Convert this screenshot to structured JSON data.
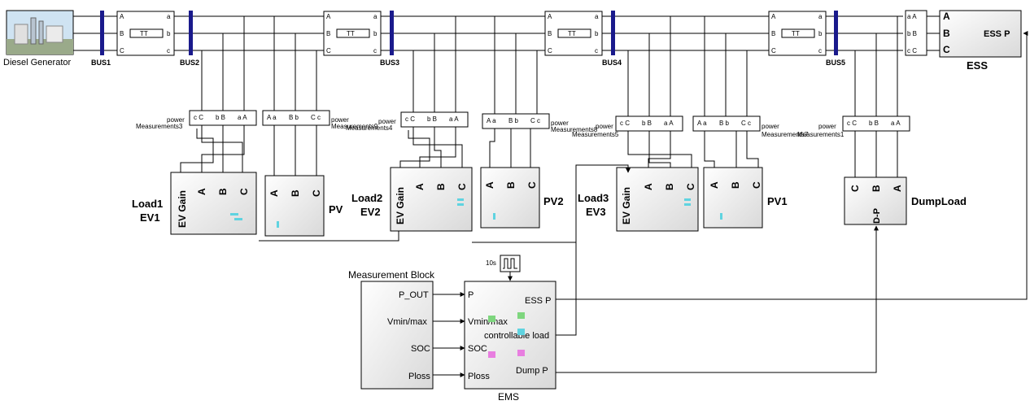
{
  "title": "",
  "generator": {
    "label": "Diesel Generator"
  },
  "buses": [
    "BUS1",
    "BUS2",
    "BUS3",
    "BUS4",
    "BUS5"
  ],
  "phases": [
    "A",
    "B",
    "C"
  ],
  "line_ports_out": [
    "a",
    "b",
    "c"
  ],
  "meas_power": "power",
  "measurements": [
    "Measurements3",
    "Measurements9",
    "Measurements4",
    "Measurements8",
    "Measurements5",
    "Measurements7",
    "Measurements1"
  ],
  "meas_ports": {
    "m1": [
      "c C",
      "b B",
      "a A"
    ],
    "m2": [
      "A a",
      "B b",
      "C c"
    ],
    "m3": [
      "c C",
      "b B",
      "a A"
    ],
    "m4": [
      "A a",
      "B b",
      "C c"
    ],
    "m5": [
      "c C",
      "b B",
      "a A"
    ],
    "m6": [
      "A a",
      "B b",
      "C c"
    ],
    "m7": [
      "c C",
      "b B",
      "a A"
    ]
  },
  "ess": {
    "ports": [
      "A",
      "B",
      "C"
    ],
    "out": "ESS P",
    "label": "ESS",
    "sw_ports": [
      "a A",
      "b B",
      "c C"
    ]
  },
  "loads": [
    {
      "name": "Load1",
      "ev": "EV1",
      "gain": "EV Gain"
    },
    {
      "name": "Load2",
      "ev": "EV2",
      "gain": "EV Gain"
    },
    {
      "name": "Load3",
      "ev": "EV3",
      "gain": "EV Gain"
    }
  ],
  "pv": [
    "PV",
    "PV2",
    "PV1"
  ],
  "dumpload": {
    "label": "DumpLoad",
    "ports": [
      "C",
      "B",
      "A"
    ],
    "out": "D-P"
  },
  "measurement_block": {
    "title": "Measurement Block",
    "outputs": [
      "P_OUT",
      "Vmin/max",
      "SOC",
      "Ploss"
    ]
  },
  "ems": {
    "label": "EMS",
    "inputs": [
      "P",
      "Vmin/max",
      "SOC",
      "Ploss"
    ],
    "outputs": [
      "ESS P",
      "controllable load",
      "Dump P"
    ]
  },
  "pulse": {
    "label": "10s"
  }
}
